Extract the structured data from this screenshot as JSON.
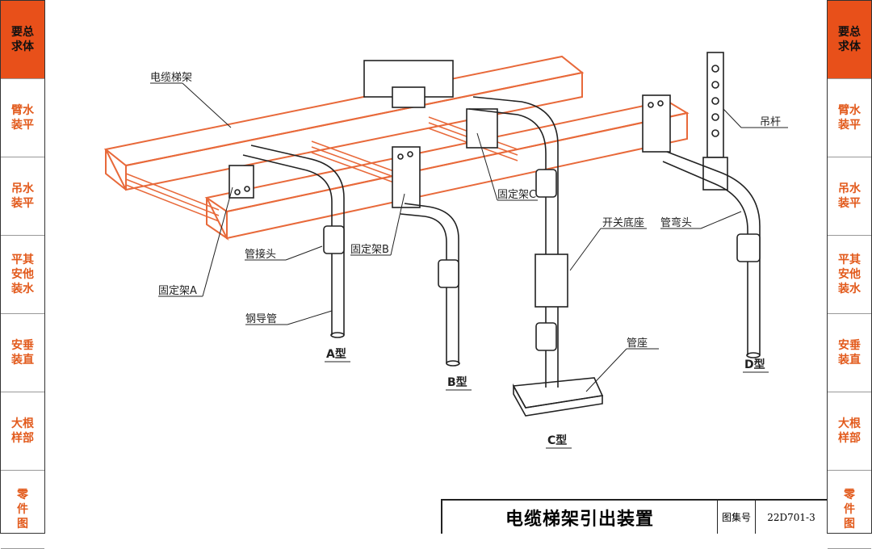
{
  "left_tabs": [
    "要总\n求体",
    "臂水\n装平",
    "吊水\n装平",
    "平其\n安他\n装水",
    "安垂\n装直",
    "大根\n样部",
    "零\n件\n图"
  ],
  "right_tabs": [
    "要总\n求体",
    "臂水\n装平",
    "吊水\n装平",
    "平其\n安他\n装水",
    "安垂\n装直",
    "大根\n样部",
    "零\n件\n图"
  ],
  "active_tab": 0,
  "labels": {
    "cable_tray": "电缆梯架",
    "fixed_a": "固定架A",
    "pipe_joint": "管接头",
    "steel_conduit": "钢导管",
    "fixed_b": "固定架B",
    "fixed_c": "固定架C",
    "switch_base": "开关底座",
    "pipe_seat": "管座",
    "hanger_rod": "吊杆",
    "pipe_elbow": "管弯头"
  },
  "types": {
    "a": "A型",
    "b": "B型",
    "c": "C型",
    "d": "D型"
  },
  "title_block": {
    "title": "电缆梯架引出装置",
    "atlas_label": "图集号",
    "atlas_code": "22D701-3"
  },
  "colors": {
    "tray": "#e8693a",
    "accent": "#e8501a",
    "line": "#222222"
  }
}
